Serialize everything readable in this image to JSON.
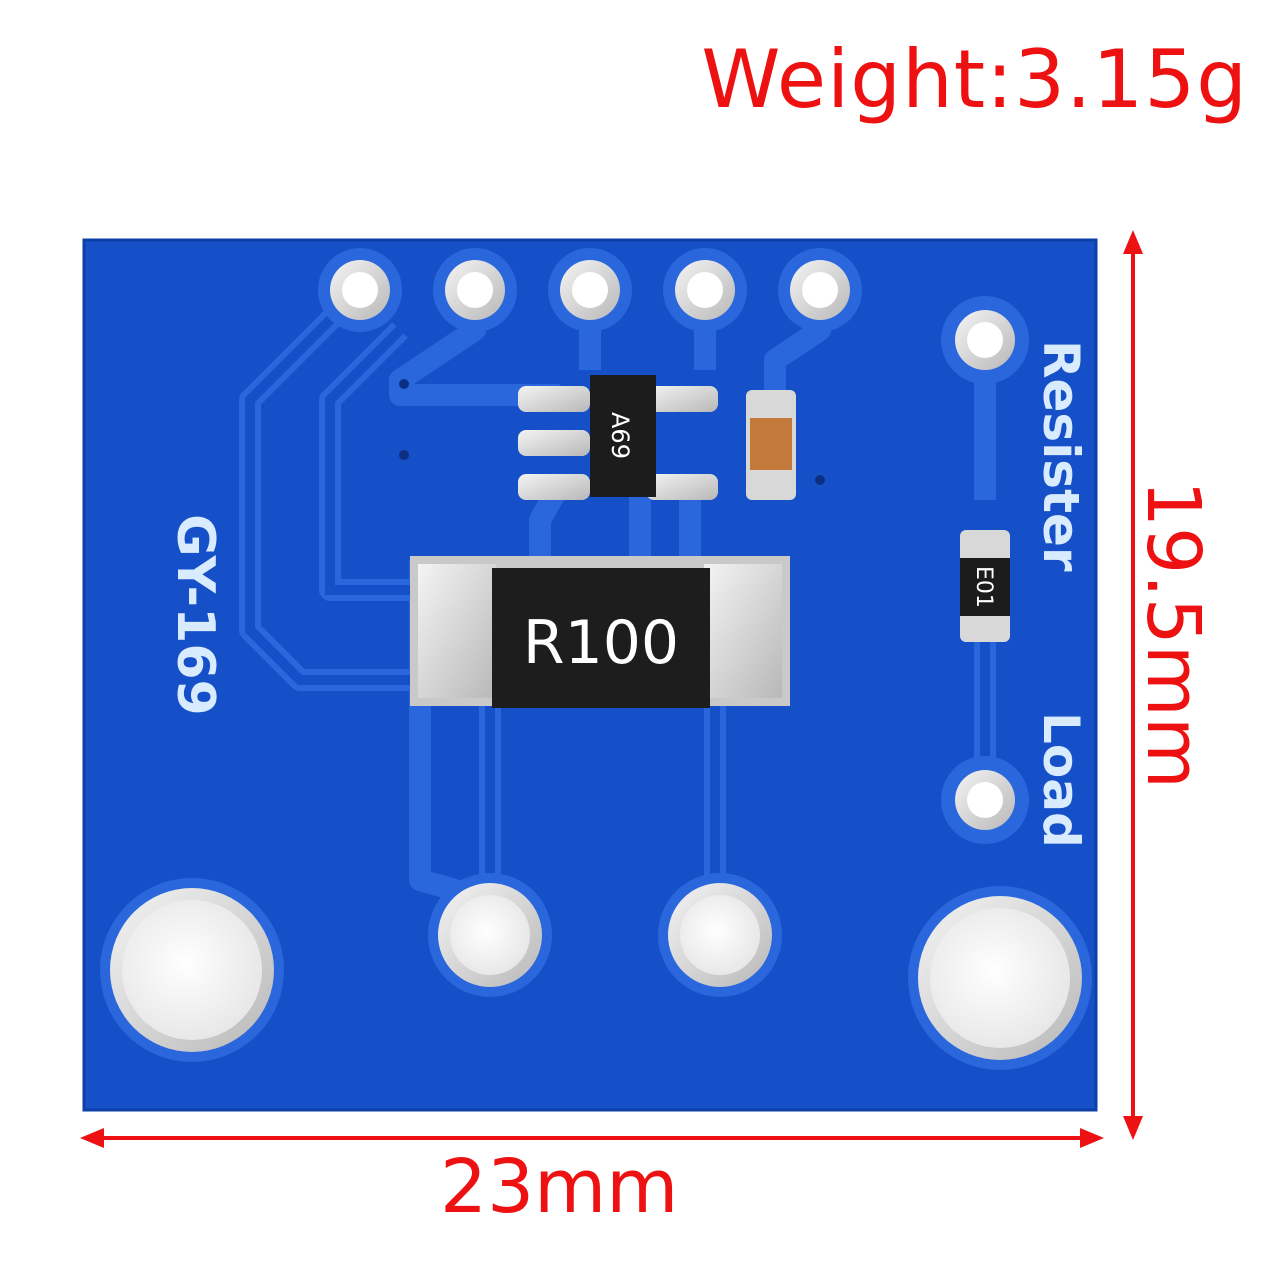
{
  "labels": {
    "weight": "Weight:3.15g",
    "width": "23mm",
    "height": "19.5mm"
  },
  "board": {
    "model": "GY-169",
    "resister": "Resister",
    "load": "Load",
    "shunt_marking": "R100",
    "ic_marking": "A69",
    "small_resistor_marking": "E01"
  },
  "colors": {
    "board_blue": "#1550c8",
    "dimension_red": "#ee1111",
    "pad_silver": "#d8d8d8"
  }
}
